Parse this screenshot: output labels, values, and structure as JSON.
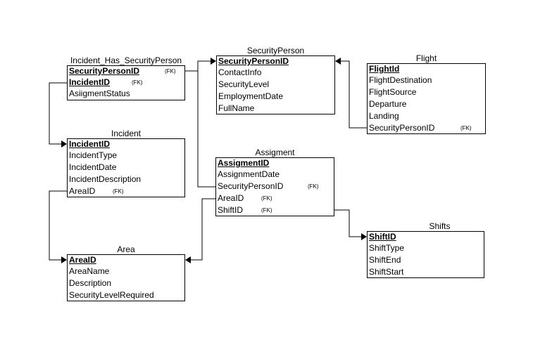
{
  "entities": {
    "incident_has_securityperson": {
      "title": "Incident_Has_SecurityPerson",
      "fields": [
        {
          "name": "SecurityPersonID",
          "key": "(FK)",
          "pk": true
        },
        {
          "name": "IncidentID",
          "key": "(FK)",
          "pk": true
        },
        {
          "name": "AsiigmentStatus",
          "key": "",
          "pk": false
        }
      ]
    },
    "securityperson": {
      "title": "SecurityPerson",
      "fields": [
        {
          "name": "SecurityPersonID",
          "key": "",
          "pk": true
        },
        {
          "name": "ContactInfo",
          "key": "",
          "pk": false
        },
        {
          "name": "SecurityLevel",
          "key": "",
          "pk": false
        },
        {
          "name": "EmploymentDate",
          "key": "",
          "pk": false
        },
        {
          "name": "FullName",
          "key": "",
          "pk": false
        }
      ]
    },
    "flight": {
      "title": "Flight",
      "fields": [
        {
          "name": "FlightId",
          "key": "",
          "pk": true
        },
        {
          "name": "FlightDestination",
          "key": "",
          "pk": false
        },
        {
          "name": "FlightSource",
          "key": "",
          "pk": false
        },
        {
          "name": "Departure",
          "key": "",
          "pk": false
        },
        {
          "name": "Landing",
          "key": "",
          "pk": false
        },
        {
          "name": "SecurityPersonID",
          "key": "(FK)",
          "pk": false
        }
      ]
    },
    "incident": {
      "title": "Incident",
      "fields": [
        {
          "name": "IncidentID",
          "key": "",
          "pk": true
        },
        {
          "name": "IncidentType",
          "key": "",
          "pk": false
        },
        {
          "name": "IncidentDate",
          "key": "",
          "pk": false
        },
        {
          "name": "IncidentDescription",
          "key": "",
          "pk": false
        },
        {
          "name": "AreaID",
          "key": "(FK)",
          "pk": false
        }
      ]
    },
    "assigment": {
      "title": "Assigment",
      "fields": [
        {
          "name": "AssigmentID",
          "key": "",
          "pk": true
        },
        {
          "name": "AssignmentDate",
          "key": "",
          "pk": false
        },
        {
          "name": "SecurityPersonID",
          "key": "(FK)",
          "pk": false
        },
        {
          "name": "AreaID",
          "key": "(FK)",
          "pk": false
        },
        {
          "name": "ShiftID",
          "key": "(FK)",
          "pk": false
        }
      ]
    },
    "area": {
      "title": "Area",
      "fields": [
        {
          "name": "AreaID",
          "key": "",
          "pk": true
        },
        {
          "name": "AreaName",
          "key": "",
          "pk": false
        },
        {
          "name": "Description",
          "key": "",
          "pk": false
        },
        {
          "name": "SecurityLevelRequired",
          "key": "",
          "pk": false
        }
      ]
    },
    "shifts": {
      "title": "Shifts",
      "fields": [
        {
          "name": "ShiftID",
          "key": "",
          "pk": true
        },
        {
          "name": "ShiftType",
          "key": "",
          "pk": false
        },
        {
          "name": "ShiftEnd",
          "key": "",
          "pk": false
        },
        {
          "name": "ShiftStart",
          "key": "",
          "pk": false
        }
      ]
    }
  }
}
